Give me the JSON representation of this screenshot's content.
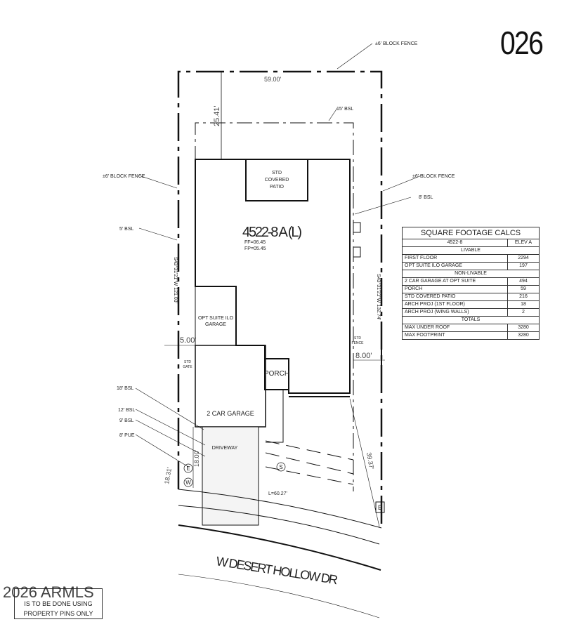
{
  "lot_number": "026",
  "plan": {
    "title": "4522-8 A (L)",
    "ff": "FF=06.45",
    "fp": "FP=05.45"
  },
  "rooms": {
    "patio": [
      "STD",
      "COVERED",
      "PATIO"
    ],
    "opt_suite": [
      "OPT SUITE ILO",
      "GARAGE"
    ],
    "porch": "PORCH",
    "garage": "2 CAR GARAGE",
    "driveway": "DRIVEWAY",
    "std_gate": [
      "STD",
      "GATE"
    ],
    "std_fence": [
      "STD",
      "FENCE"
    ]
  },
  "labels": {
    "fence_top": "±6' BLOCK FENCE",
    "fence_left": "±6' BLOCK FENCE",
    "fence_right": "±6' BLOCK FENCE",
    "bsl_15": "15' BSL",
    "bsl_8": "8' BSL",
    "bsl_5": "5' BSL",
    "bsl_18": "18' BSL",
    "bsl_12": "12' BSL",
    "bsl_9": "9' BSL",
    "pue_8": "8' PUE"
  },
  "dimensions": {
    "top": "59.00'",
    "rear_setback": "25.41'",
    "left_bearing": "S43°31'21\"W 121.03'",
    "right_bearing": "S43°31'21\"W 132.74'",
    "side_left": "5.00'",
    "side_right": "8.00'",
    "driveway_depth": "18.00'",
    "front_left": "18.31'",
    "front_right": "39.37'",
    "arc": "L=60.27'"
  },
  "markers": {
    "e1": "E",
    "w": "W",
    "s": "S",
    "e2": "E"
  },
  "street": "W DESERT HOLLOW DR",
  "note": [
    "IS TO BE DONE USING",
    "PROPERTY PINS ONLY"
  ],
  "watermark": "2026 ARMLS",
  "table": {
    "title": "SQUARE FOOTAGE CALCS",
    "plan": "4522-8",
    "elev": "ELEV A",
    "sections": [
      {
        "name": "LIVABLE",
        "rows": [
          {
            "label": "FIRST FLOOR",
            "value": "2294"
          },
          {
            "label": "OPT SUITE ILO GARAGE",
            "value": "197"
          }
        ]
      },
      {
        "name": "NON-LIVABLE",
        "rows": [
          {
            "label": "2 CAR GARAGE AT OPT SUITE",
            "value": "494"
          },
          {
            "label": "PORCH",
            "value": "59"
          },
          {
            "label": "STD COVERED PATIO",
            "value": "216"
          },
          {
            "label": "ARCH PROJ (1ST FLOOR)",
            "value": "18"
          },
          {
            "label": "ARCH PROJ (WING WALLS)",
            "value": "2"
          }
        ]
      },
      {
        "name": "TOTALS",
        "rows": [
          {
            "label": "MAX UNDER ROOF",
            "value": "3280"
          },
          {
            "label": "MAX FOOTPRINT",
            "value": "3280"
          }
        ]
      }
    ]
  }
}
